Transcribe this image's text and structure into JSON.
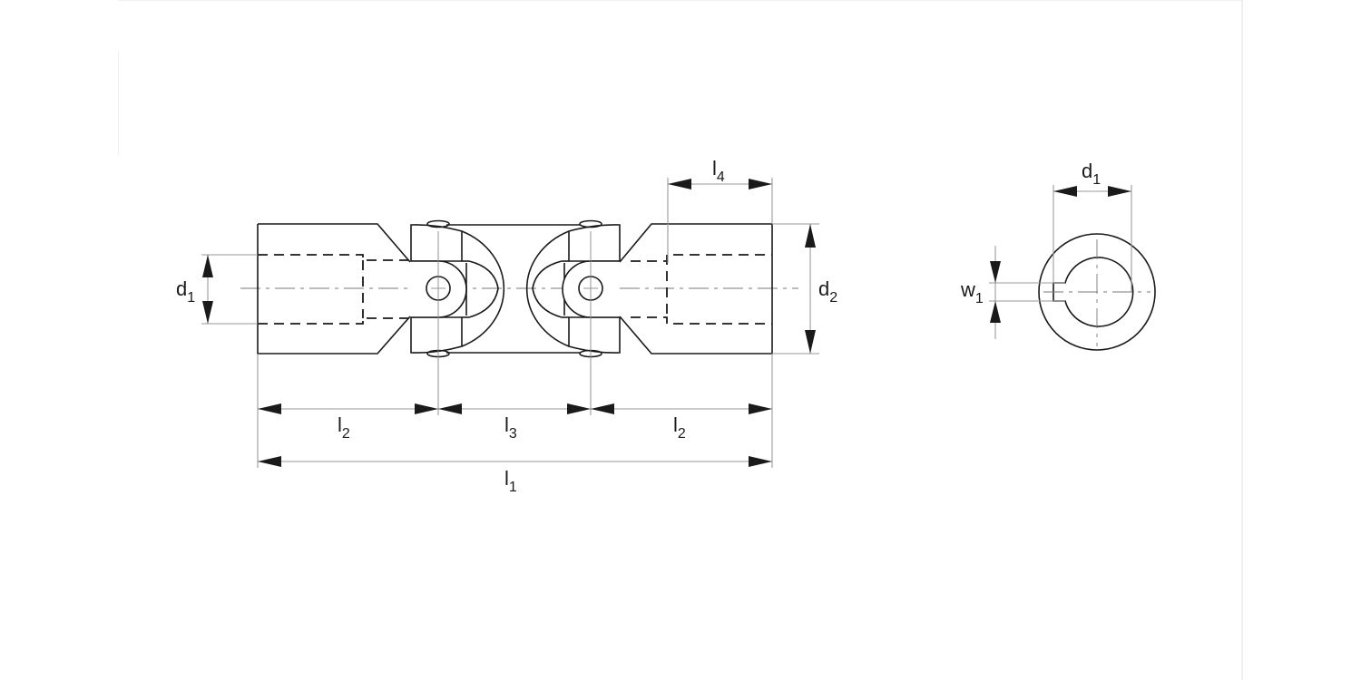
{
  "drawing": {
    "subject": "double universal joint with keyed bore",
    "views": [
      "side-view",
      "end-view"
    ],
    "colors": {
      "line": "#1a1a1a",
      "dimension": "#9a9a9a",
      "centerline": "#7a7a7a",
      "background": "#ffffff"
    }
  },
  "labels": {
    "d1_left": {
      "base": "d",
      "sub": "1"
    },
    "d2": {
      "base": "d",
      "sub": "2"
    },
    "l4": {
      "base": "l",
      "sub": "4"
    },
    "l2_left": {
      "base": "l",
      "sub": "2"
    },
    "l3": {
      "base": "l",
      "sub": "3"
    },
    "l2_right": {
      "base": "l",
      "sub": "2"
    },
    "l1": {
      "base": "l",
      "sub": "1"
    },
    "d1_end": {
      "base": "d",
      "sub": "1"
    },
    "w1": {
      "base": "w",
      "sub": "1"
    }
  }
}
